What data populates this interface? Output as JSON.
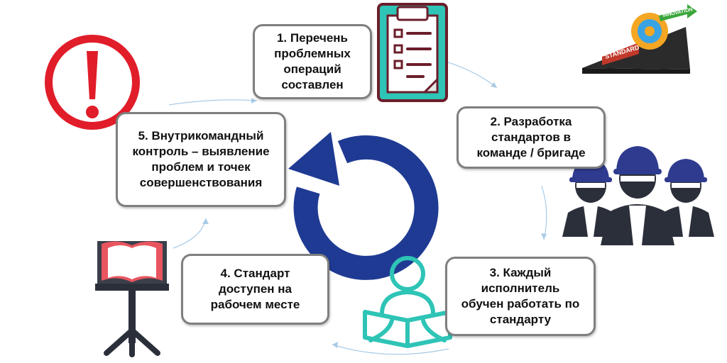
{
  "steps": [
    {
      "id": "s1",
      "text": "1.  Перечень\nпроблемных\nопераций\nсоставлен"
    },
    {
      "id": "s2",
      "text": "2. Разработка\nстандартов в\nкоманде / бригаде"
    },
    {
      "id": "s3",
      "text": "3. Каждый\nисполнитель\nобучен работать по\nстандарту"
    },
    {
      "id": "s4",
      "text": "4. Стандарт\nдоступен на\nрабочем месте"
    },
    {
      "id": "s5",
      "text": "5. Внутрикомандный\nконтроль – выявление\nпроблем и точек\nсовершенствования"
    }
  ],
  "decor": {
    "cycle_color": "#1f3a93",
    "accent_color": "#2ec4b6",
    "warning_color": "#e11d2a",
    "badge_left_text": "STANDARD",
    "badge_right_text": "INNOVATION",
    "icons": [
      "warning-icon",
      "clipboard-icon",
      "standard-innovation-icon",
      "workers-icon",
      "reader-icon",
      "music-stand-icon",
      "cycle-arrow-icon"
    ]
  }
}
